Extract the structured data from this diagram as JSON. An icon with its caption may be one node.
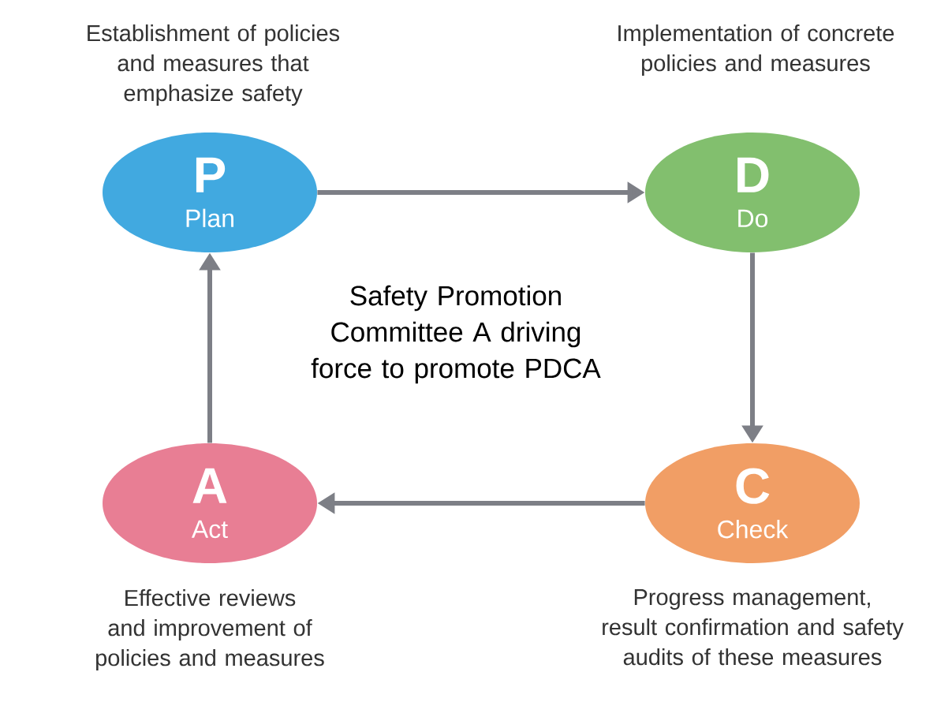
{
  "diagram": {
    "nodes": [
      {
        "text": [
          "P",
          "Plan"
        ],
        "beside": [
          "Establishment of policies and measures that emphasize safety"
        ]
      },
      {
        "text": [
          "D",
          "Do"
        ],
        "beside": [
          "Implementation of concrete policies and measures"
        ]
      },
      {
        "text": [
          "A",
          "Act"
        ],
        "beside": [
          "Effective reviews and improvement of policies and measures"
        ]
      },
      {
        "text": [
          "C",
          "Check"
        ],
        "beside": [
          "Progress management, result confirmation and safety audits of these measures"
        ]
      }
    ],
    "edges": [
      {
        "from": 0,
        "to": 1,
        "arrow": "to"
      },
      {
        "from": 1,
        "to": 3,
        "arrow": "to"
      },
      {
        "from": 3,
        "to": 2,
        "arrow": "to"
      },
      {
        "from": 2,
        "to": 0,
        "arrow": "to"
      }
    ],
    "labels": [
      "Safety Promotion Committee A driving force to promote PDCA"
    ]
  }
}
